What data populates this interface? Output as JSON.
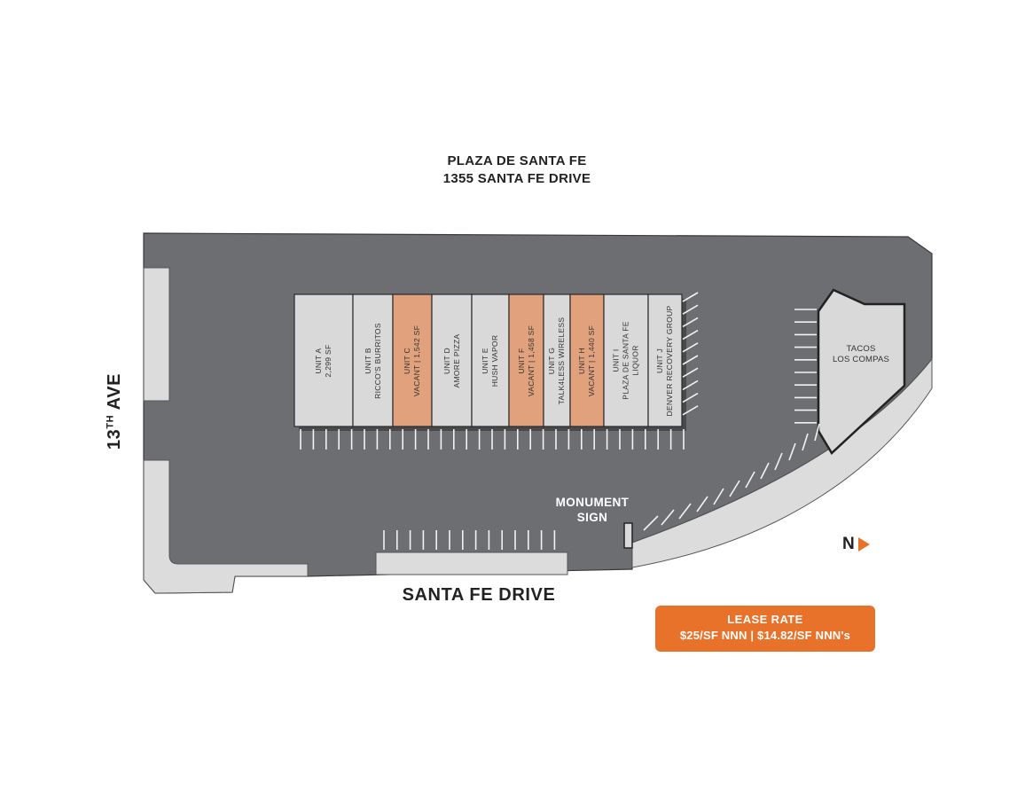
{
  "site": {
    "name": "PLAZA DE SANTA FE",
    "address": "1355 SANTA FE DRIVE"
  },
  "roads": {
    "south": "SANTA FE DRIVE",
    "west_number": "13",
    "west_suffix": "TH",
    "west_type": "AVE"
  },
  "units": [
    {
      "line1": "UNIT A",
      "line2": "2,299 SF",
      "line3": "",
      "status": "leased"
    },
    {
      "line1": "UNIT B",
      "line2": "RICCO'S BURRITOS",
      "line3": "",
      "status": "leased"
    },
    {
      "line1": "UNIT C",
      "line2": "VACANT | 1,542 SF",
      "line3": "",
      "status": "vacant"
    },
    {
      "line1": "UNIT D",
      "line2": "AMORE PIZZA",
      "line3": "",
      "status": "leased"
    },
    {
      "line1": "UNIT E",
      "line2": "HUSH VAPOR",
      "line3": "",
      "status": "leased"
    },
    {
      "line1": "UNIT F",
      "line2": "VACANT | 1,458 SF",
      "line3": "",
      "status": "vacant"
    },
    {
      "line1": "UNIT G",
      "line2": "TALK4LESS WIRELESS",
      "line3": "",
      "status": "leased"
    },
    {
      "line1": "UNIT H",
      "line2": "VACANT | 1,440 SF",
      "line3": "",
      "status": "vacant"
    },
    {
      "line1": "UNIT I",
      "line2": "PLAZA DE SANTA FE",
      "line3": "LIQUOR",
      "status": "leased"
    },
    {
      "line1": "UNIT J",
      "line2": "DENVER RECOVERY GROUP",
      "line3": "",
      "status": "leased"
    }
  ],
  "pad_tenant": {
    "line1": "TACOS",
    "line2": "LOS COMPAS"
  },
  "monument_sign": {
    "line1": "MONUMENT",
    "line2": "SIGN"
  },
  "north_label": "N",
  "lease": {
    "title": "LEASE RATE",
    "rate": "$25/SF NNN | $14.82/SF NNN's"
  },
  "colors": {
    "parking_lot": "#6d6e71",
    "building_leased": "#d9d9d9",
    "building_vacant": "#e0a17c",
    "sidewalk": "#dcdcdc",
    "accent": "#e8722a"
  }
}
